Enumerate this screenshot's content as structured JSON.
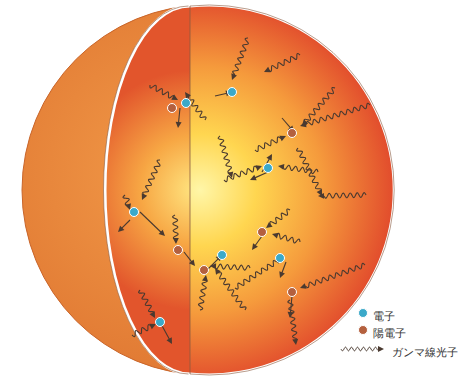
{
  "diagram": {
    "legend": [
      {
        "text": "電子",
        "color": "#3ba9c9"
      },
      {
        "text": "陽電子",
        "color": "#b4603e"
      },
      {
        "text": "ガンマ線光子"
      }
    ]
  }
}
